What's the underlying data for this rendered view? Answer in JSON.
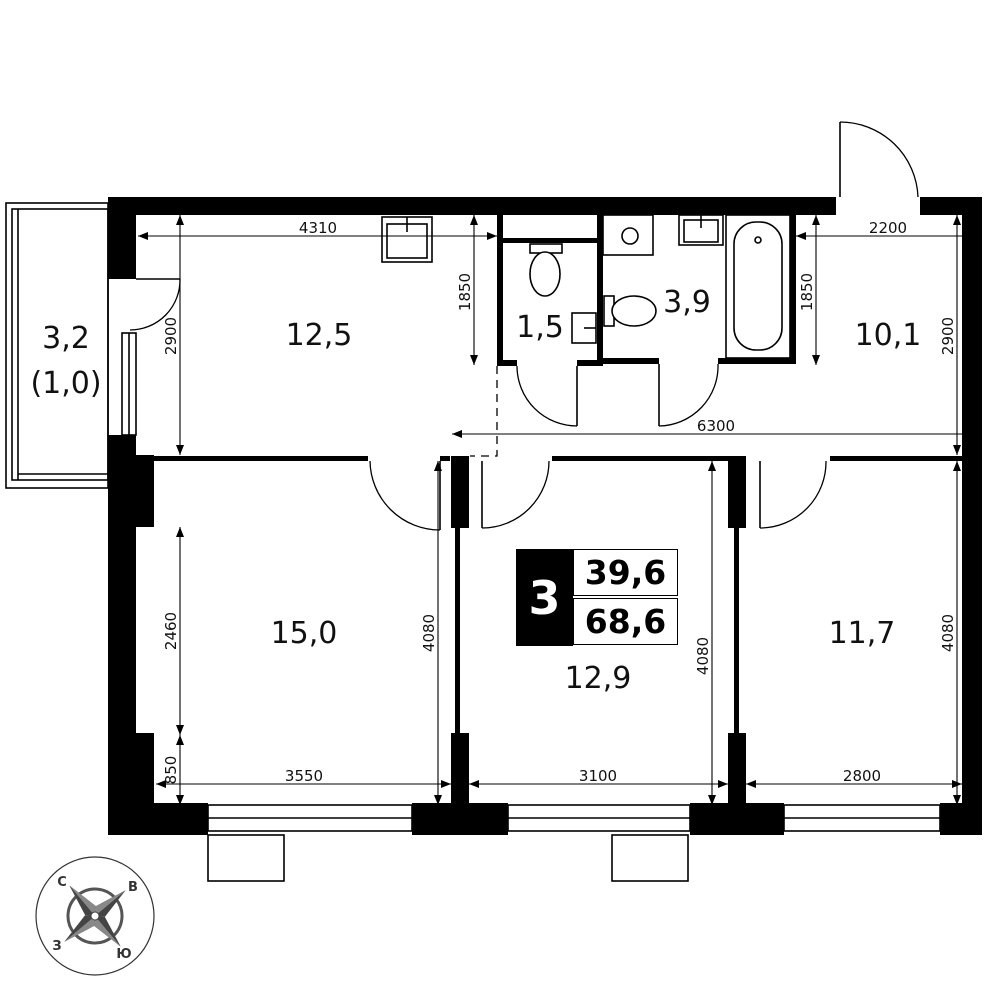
{
  "rooms": {
    "balcony": "3,2",
    "balcony_sub": "(1,0)",
    "kitchen_living": "12,5",
    "wc": "1,5",
    "bathroom": "3,9",
    "bedroom_ne": "10,1",
    "bedroom_sw": "15,0",
    "bedroom_center": "12,9",
    "bedroom_se": "11,7"
  },
  "dimensions": {
    "d4310": "4310",
    "d2200": "2200",
    "d1850_left": "1850",
    "d1850_right": "1850",
    "d2900_left": "2900",
    "d2900_right": "2900",
    "d6300": "6300",
    "d2460": "2460",
    "d850": "850",
    "d4080_left": "4080",
    "d4080_mid": "4080",
    "d4080_right": "4080",
    "d3550": "3550",
    "d3100": "3100",
    "d2800": "2800"
  },
  "summary": {
    "room_count": "3",
    "living_area": "39,6",
    "total_area": "68,6"
  },
  "compass": {
    "north": "С",
    "east": "В",
    "south": "Ю",
    "west": "З"
  }
}
